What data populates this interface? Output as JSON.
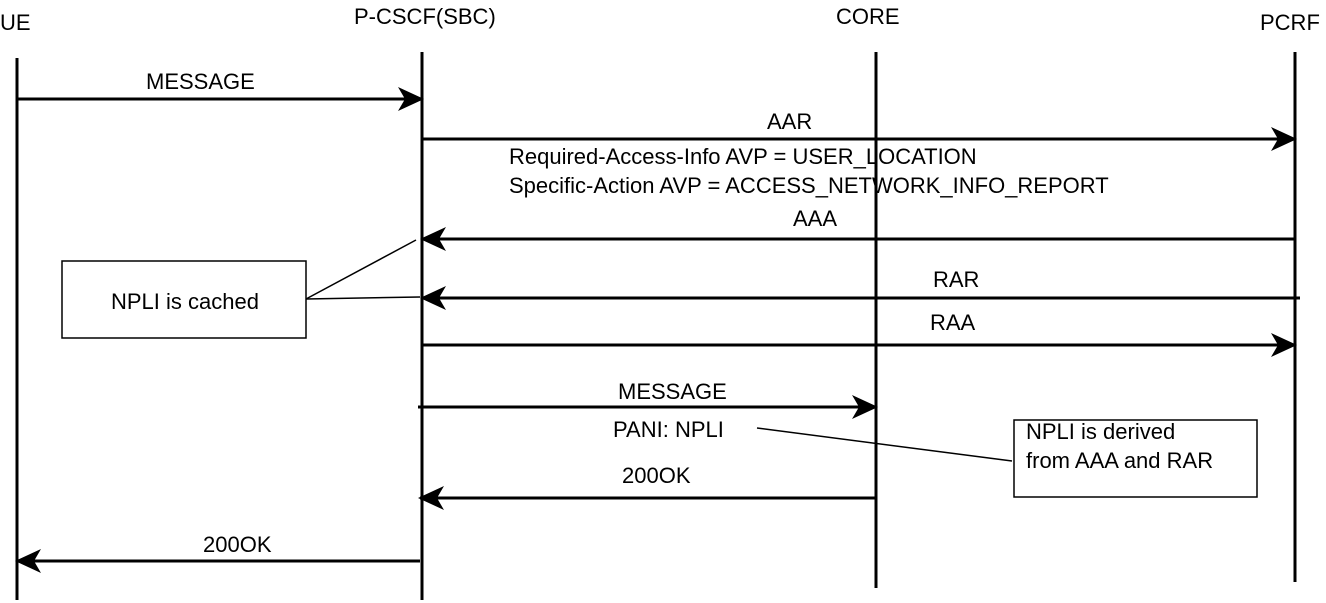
{
  "entities": {
    "ue": "UE",
    "pcscf": "P-CSCF(SBC)",
    "core": "CORE",
    "pcrf": "PCRF"
  },
  "messages": {
    "m1": "MESSAGE",
    "aar": "AAR",
    "aar_info_1": "Required-Access-Info AVP = USER_LOCATION",
    "aar_info_2": "Specific-Action AVP = ACCESS_NETWORK_INFO_REPORT",
    "aaa": "AAA",
    "rar": "RAR",
    "raa": "RAA",
    "m2": "MESSAGE",
    "m2_header": "PANI: NPLI",
    "ok1": "200OK",
    "ok2": "200OK"
  },
  "notes": {
    "cached": "NPLI is cached",
    "derived_1": "NPLI is derived",
    "derived_2": "from AAA and RAR"
  },
  "colors": {
    "line": "#000000",
    "background": "#ffffff"
  }
}
